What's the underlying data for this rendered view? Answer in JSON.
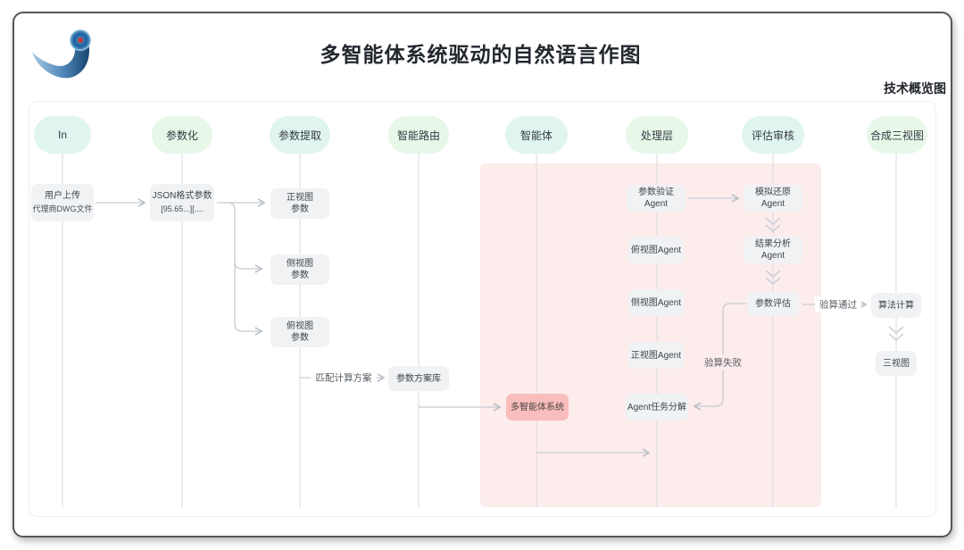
{
  "header": {
    "title": "多智能体系统驱动的自然语言作图",
    "corner_label": "技术概览图"
  },
  "lanes": [
    {
      "label": "In"
    },
    {
      "label": "参数化"
    },
    {
      "label": "参数提取"
    },
    {
      "label": "智能路由"
    },
    {
      "label": "智能体"
    },
    {
      "label": "处理层"
    },
    {
      "label": "评估审核"
    },
    {
      "label": "合成三视图"
    }
  ],
  "nodes": {
    "user_upload": {
      "line1": "用户上传",
      "line2": "代理商DWG文件"
    },
    "json_params": {
      "line1": "JSON格式参数",
      "line2": "[95.65...][...."
    },
    "front_view_params": {
      "line1": "正视图",
      "line2": "参数"
    },
    "side_view_params": {
      "line1": "侧视图",
      "line2": "参数"
    },
    "top_view_params": {
      "line1": "俯视图",
      "line2": "参数"
    },
    "param_scheme_lib": {
      "label": "参数方案库"
    },
    "multi_agent_system": {
      "label": "多智能体系统"
    },
    "param_verify_agent": {
      "label": "参数验证Agent"
    },
    "top_view_agent": {
      "label": "俯视图Agent"
    },
    "side_view_agent": {
      "label": "侧视图Agent"
    },
    "front_view_agent": {
      "label": "正视图Agent"
    },
    "agent_task_decompose": {
      "label": "Agent任务分解"
    },
    "sim_restore_agent": {
      "label": "模拟还原Agent"
    },
    "result_analysis_agent": {
      "label": "结果分析Agent"
    },
    "param_eval": {
      "label": "参数评估"
    },
    "algo_calc": {
      "label": "算法计算"
    },
    "three_view": {
      "label": "三视图"
    }
  },
  "edge_labels": {
    "match_calc": "匹配计算方案",
    "verify_pass": "验算通过",
    "verify_fail": "验算失败"
  },
  "colors": {
    "pill_teal": "#e1f5f0",
    "pill_green": "#e7f7e8",
    "node_gray": "#f0f2f4",
    "highlight_pink_box": "#f8bdbc",
    "pink_region": "#fdecec",
    "wire_gray": "#c6cbd1",
    "logo_blue_dark": "#1a4e80",
    "logo_red_dot": "#cf3333"
  }
}
